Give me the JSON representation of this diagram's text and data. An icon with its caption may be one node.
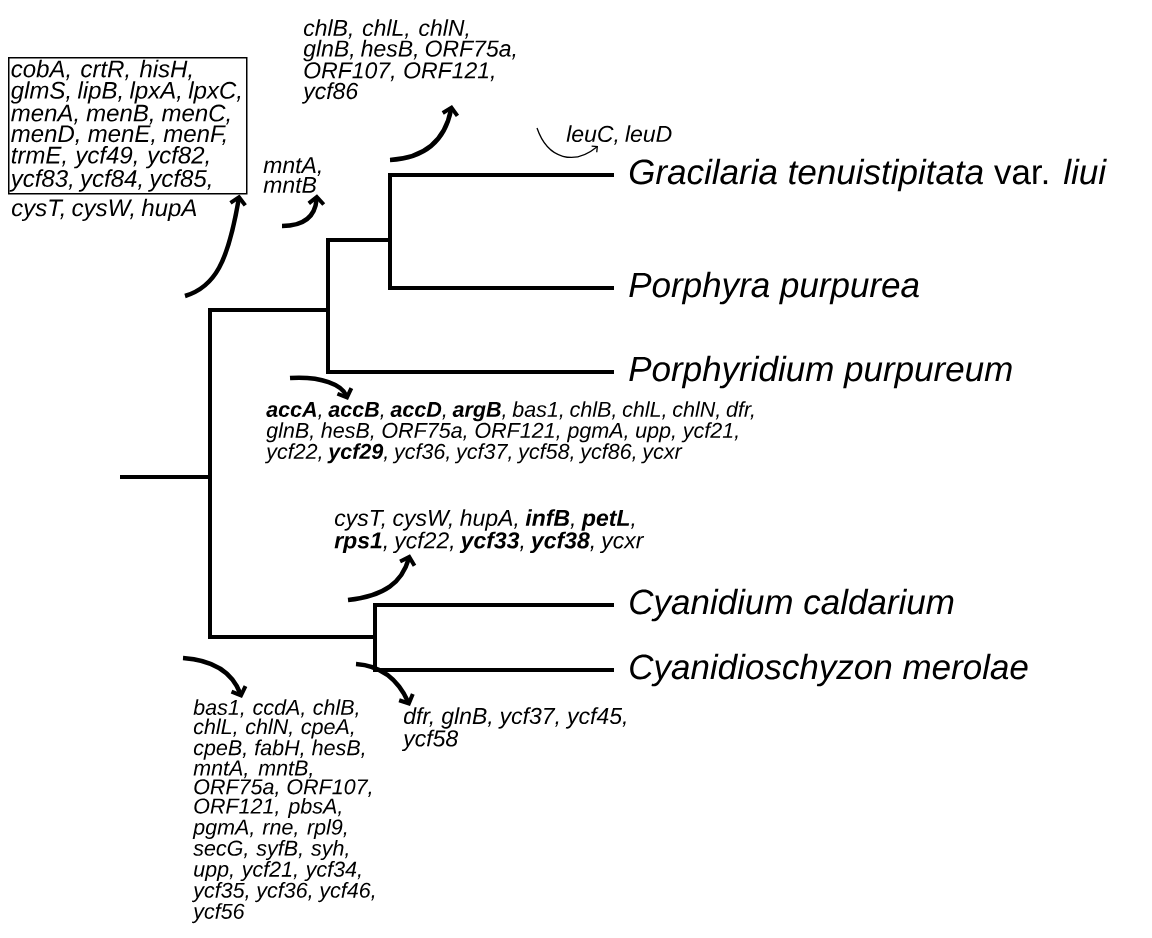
{
  "diagram": {
    "nodes": [
      {
        "text": [
          "cobA, crtR, hisH, glmS, lipB, lpxA, lpxC, menA, menB, menC, menD, menE, menF, trmE, ycf49, ycf82, ycf83, ycf84, ycf85,",
          "cysT, cysW, hupA"
        ]
      },
      {
        "text": [
          "chlB, chlL, chlN, glnB, hesB, ORF75a, ORF107, ORF121, ycf86"
        ]
      },
      {
        "text": [
          "leuC, leuD"
        ]
      },
      {
        "text": [
          "mntA, mntB"
        ]
      },
      {
        "text": [
          "**accA**, **accB**, **accD**, **argB**, bas1, chlB, chlL, chlN, dfr, glnB, hesB, ORF75a, ORF121, pgmA, upp, ycf21, ycf22, **ycf29**, ycf36, ycf37, ycf58, ycf86, ycxr"
        ]
      },
      {
        "text": [
          "cysT, cysW, hupA, **infB**, **petL**, **rps1**, ycf22, **ycf33**, **ycf38**, ycxr"
        ]
      },
      {
        "text": [
          "dfr, glnB, ycf37, ycf45, ycf58"
        ]
      },
      {
        "text": [
          "bas1, ccdA, chlB, chlL, chlN, cpeA, cpeB, fabH, hesB, mntA, mntB, ORF75a, ORF107, ORF121, pbsA, pgmA, rne, rpl9, secG, syfB, syh, upp, ycf21, ycf34, ycf35, ycf36, ycf46, ycf56"
        ]
      }
    ],
    "edges": [
      {
        "from": null,
        "to": 0,
        "arrow": "to"
      },
      {
        "from": null,
        "to": 3,
        "arrow": "to"
      },
      {
        "from": null,
        "to": 1,
        "arrow": "to"
      },
      {
        "from": null,
        "to": 2,
        "arrow": "to"
      },
      {
        "from": null,
        "to": 4,
        "arrow": "to"
      },
      {
        "from": null,
        "to": 5,
        "arrow": "to"
      },
      {
        "from": null,
        "to": 7,
        "arrow": "to"
      },
      {
        "from": null,
        "to": 6,
        "arrow": "to"
      }
    ],
    "labels": [
      "*Gracilaria tenuistipitata* var. *liui*",
      "Porphyra purpurea",
      "Porphyridium purpureum",
      "Cyanidium caldarium",
      "Cyanidioschyzon merolae"
    ]
  }
}
